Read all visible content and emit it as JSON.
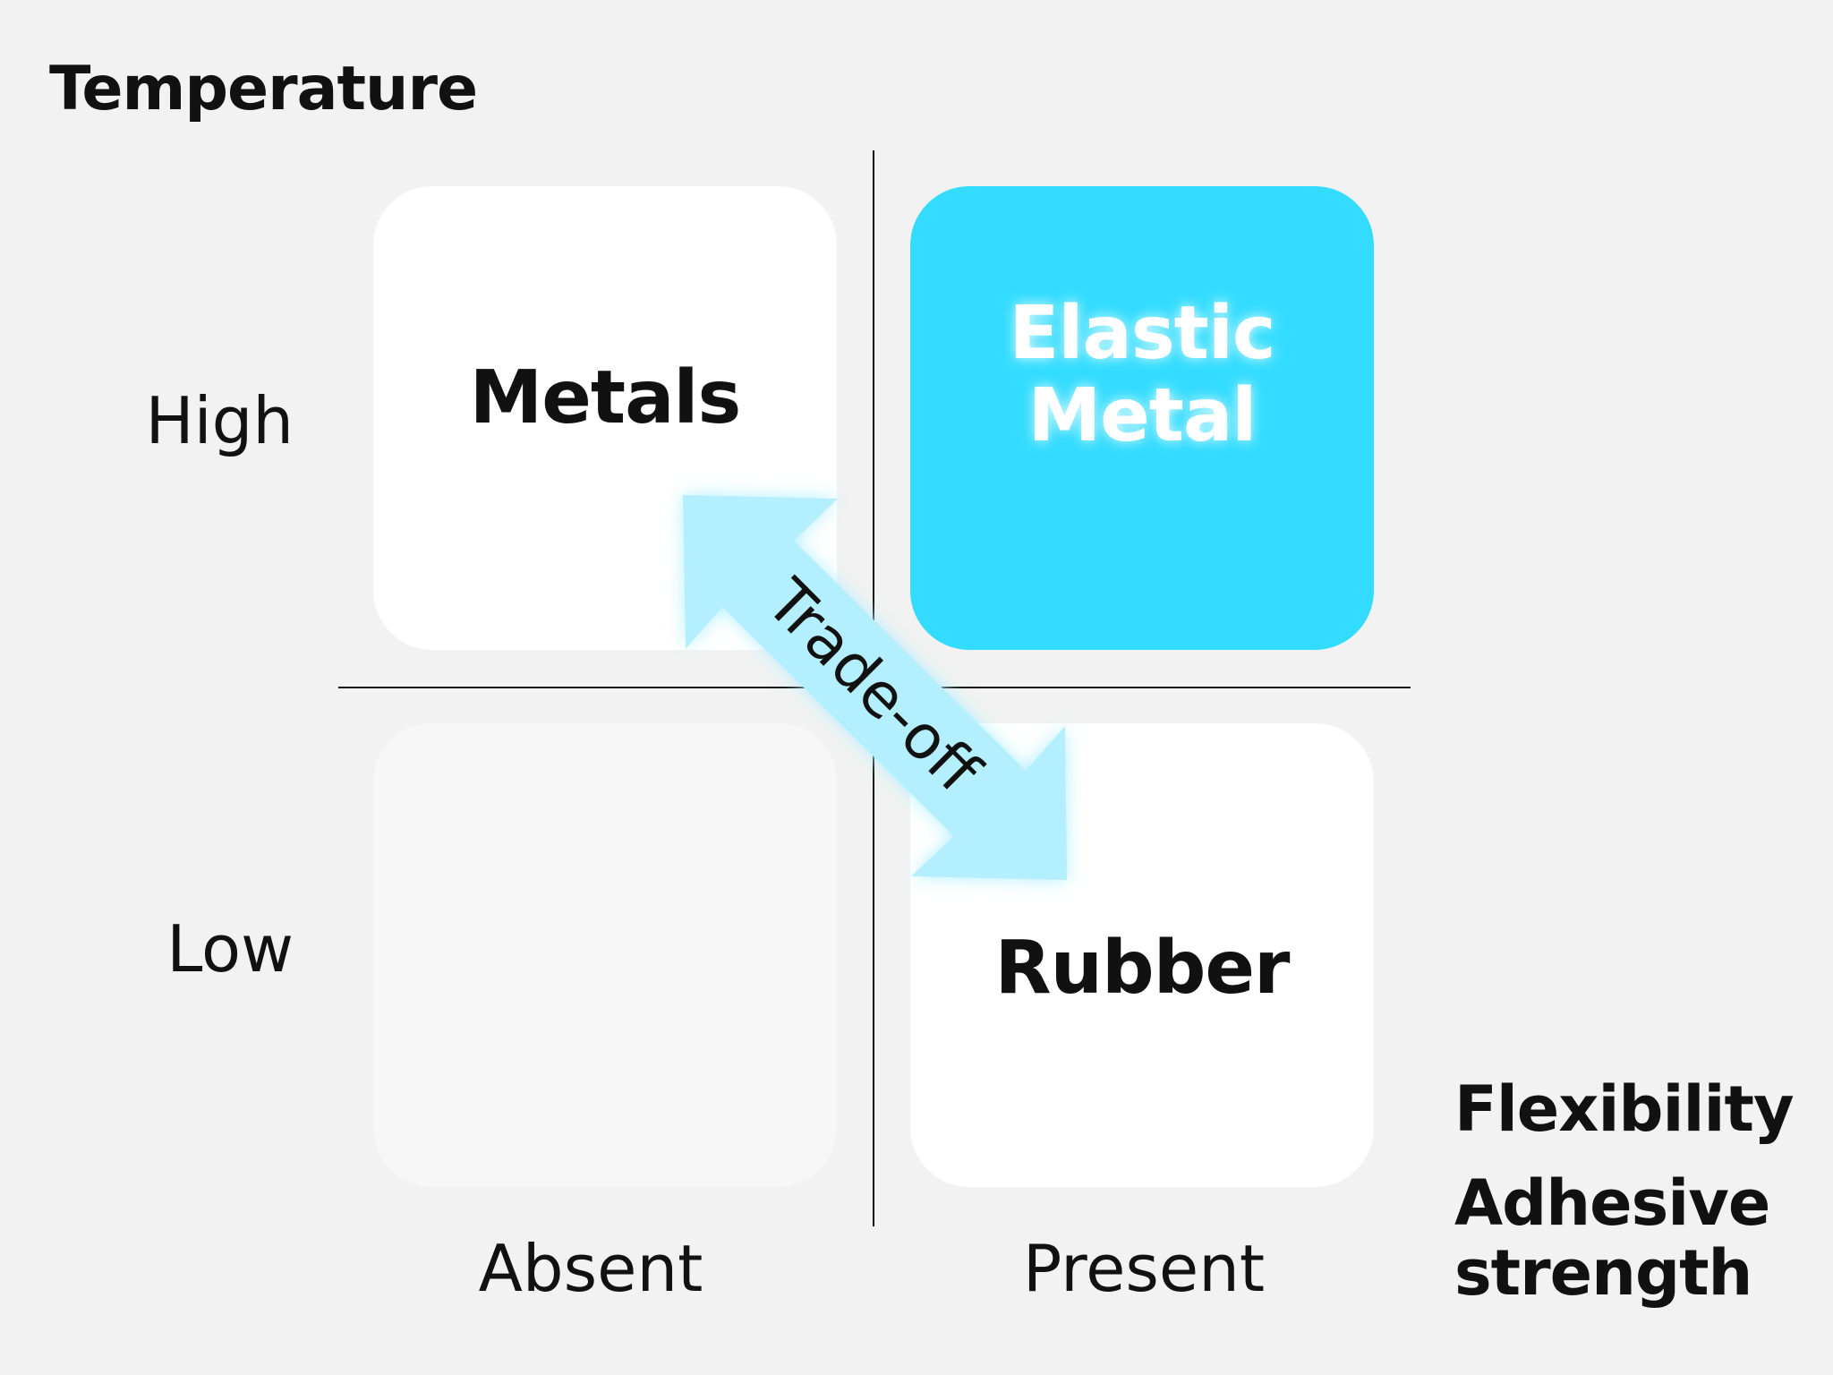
{
  "title": "Temperature",
  "rows": {
    "high": "High",
    "low": "Low"
  },
  "columns": {
    "absent": "Absent",
    "present": "Present"
  },
  "cells": {
    "top_left": "Metals",
    "top_right_line1": "Elastic",
    "top_right_line2": "Metal",
    "bottom_left": "",
    "bottom_right": "Rubber"
  },
  "arrow": {
    "label": "Trade-off",
    "color": "#b3efff"
  },
  "properties": {
    "flexibility": "Flexibility",
    "adhesive_line1": "Adhesive",
    "adhesive_line2": "strength"
  },
  "colors": {
    "background": "#f2f2f2",
    "highlight": "#33dcff",
    "cell": "#ffffff"
  }
}
